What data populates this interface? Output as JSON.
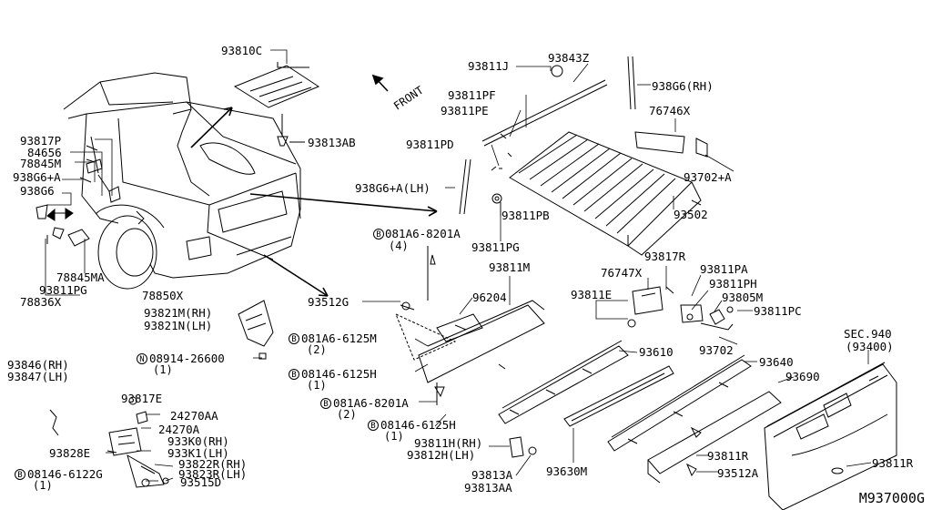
{
  "diagram_code": "M937000G",
  "front_label": "FRONT",
  "labels": {
    "p93810C": "93810C",
    "p93813AB": "93813AB",
    "p93817P": "93817P",
    "p84656": "84656",
    "p78845M": "78845M",
    "p938G6A_left": "938G6+A",
    "p938G6_left": "938G6",
    "p78845MA": "78845MA",
    "p93811PG_left": "93811PG",
    "p78836X": "78836X",
    "p78850X": "78850X",
    "p93811J": "93811J",
    "p93843Z": "93843Z",
    "p938G6RH": "938G6(RH)",
    "p93811PF": "93811PF",
    "p93811PE": "93811PE",
    "p76746X": "76746X",
    "p93811PD": "93811PD",
    "p93702A": "93702+A",
    "p938G6ALH": "938G6+A(LH)",
    "p93811PB": "93811PB",
    "p93502": "93502",
    "p081A6_8201A_top": "081A6-8201A",
    "p081A6_8201A_top_qty": "(4)",
    "p93811PG": "93811PG",
    "p93811M": "93811M",
    "p93817R": "93817R",
    "p76747X": "76747X",
    "p93811PA": "93811PA",
    "p93811PH": "93811PH",
    "p93811E": "93811E",
    "p93805M": "93805M",
    "p93811PC": "93811PC",
    "p93512G": "93512G",
    "p96204": "96204",
    "p93821MRH": "93821M(RH)",
    "p93821NLH": "93821N(LH)",
    "p081A6_6125M": "081A6-6125M",
    "p081A6_6125M_qty": "(2)",
    "p93702": "93702",
    "p08914_26600": "08914-26600",
    "p08914_26600_qty": "(1)",
    "p93610": "93610",
    "p93640": "93640",
    "p93690": "93690",
    "p08146_6125H_a": "08146-6125H",
    "p08146_6125H_a_qty": "(1)",
    "p93846RH": "93846(RH)",
    "p93847LH": "93847(LH)",
    "pSEC940": "SEC.940",
    "p93400": "(93400)",
    "p93817E": "93817E",
    "p24270AA": "24270AA",
    "p24270A": "24270A",
    "p081A6_8201A_bot": "081A6-8201A",
    "p081A6_8201A_bot_qty": "(2)",
    "p08146_6125H_b": "08146-6125H",
    "p08146_6125H_b_qty": "(1)",
    "p933K0RH": "933K0(RH)",
    "p933K1LH": "933K1(LH)",
    "p93828E": "93828E",
    "p93822RRH": "93822R(RH)",
    "p93823RLH": "93823R(LH)",
    "p93811HRH": "93811H(RH)",
    "p93812HLH": "93812H(LH)",
    "p93811R_a": "93811R",
    "p93811R_b": "93811R",
    "p08146_6122G": "08146-6122G",
    "p08146_6122G_qty": "(1)",
    "p93515D": "93515D",
    "p93630M": "93630M",
    "p93813A": "93813A",
    "p93813AA": "93813AA",
    "p93512A": "93512A"
  },
  "bolt_symbols": {
    "B": "B",
    "N": "N"
  }
}
